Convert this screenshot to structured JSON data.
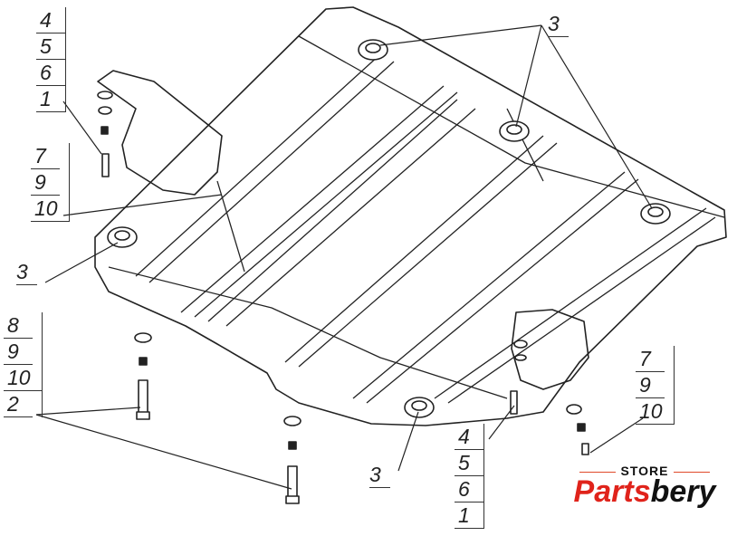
{
  "callouts": {
    "top_left_stack": [
      "4",
      "5",
      "6",
      "1"
    ],
    "left_mid_stack": [
      "7",
      "9",
      "10"
    ],
    "left_3": "3",
    "bottom_left_stack": [
      "8",
      "9",
      "10",
      "2"
    ],
    "top_right_3": "3",
    "bottom_center_3": "3",
    "bottom_center_stack": [
      "4",
      "5",
      "6",
      "1"
    ],
    "right_stack": [
      "7",
      "9",
      "10"
    ]
  },
  "logo": {
    "top": "STORE",
    "brand_red": "Parts",
    "brand_black": "bery"
  },
  "colors": {
    "line": "#222222",
    "brand_red": "#e0231b"
  }
}
